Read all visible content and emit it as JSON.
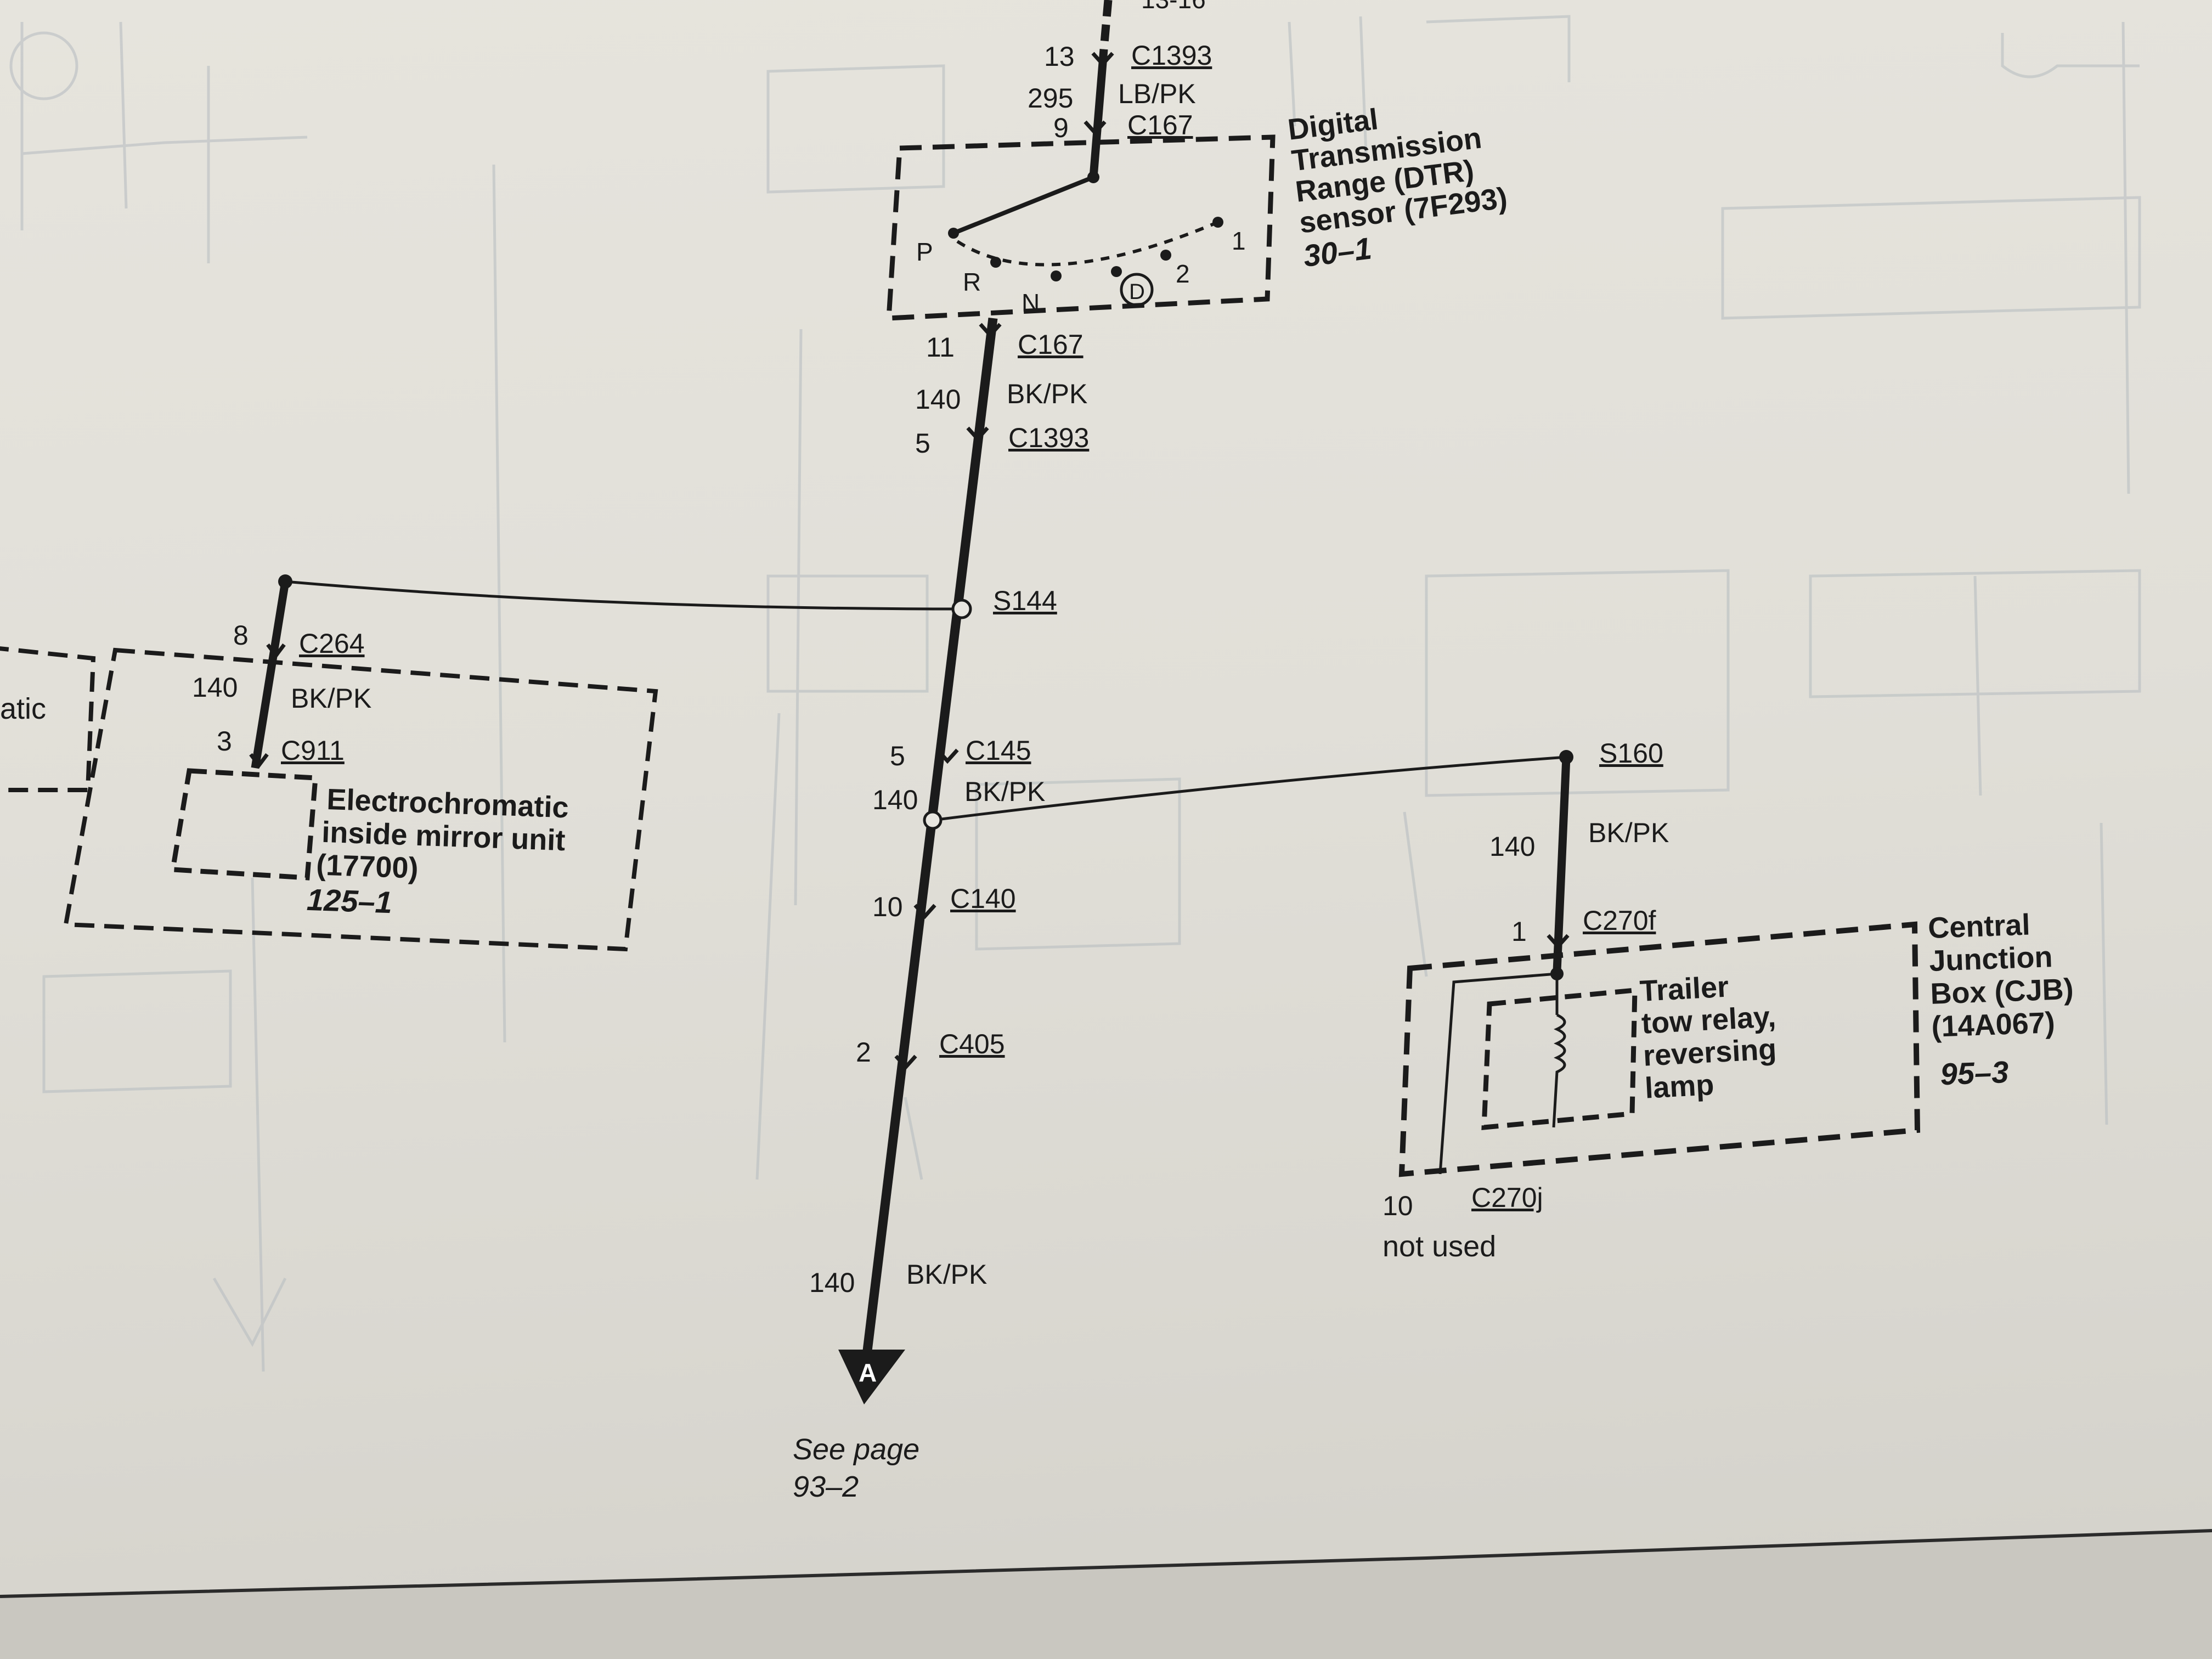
{
  "top_fragment": "13-16",
  "dtr_sensor": {
    "name_lines": [
      "Digital",
      "Transmission",
      "Range (DTR)",
      "sensor (7F293)"
    ],
    "ref": "30–1",
    "positions": [
      "P",
      "R",
      "N",
      "D",
      "2",
      "1"
    ],
    "upper_connectors": [
      {
        "pin": "13",
        "connector": "C1393"
      },
      {
        "pin": "9",
        "connector": "C167"
      }
    ],
    "upper_circuit": {
      "number": "295",
      "color": "LB/PK"
    },
    "lower_connectors": [
      {
        "pin": "11",
        "connector": "C167"
      },
      {
        "pin": "5",
        "connector": "C1393"
      }
    ],
    "lower_circuit": {
      "number": "140",
      "color": "BK/PK"
    }
  },
  "splices": {
    "s144": "S144",
    "s160": "S160"
  },
  "main_line": [
    {
      "pin": "5",
      "connector": "C145"
    },
    {
      "pin": "10",
      "connector": "C140"
    },
    {
      "pin": "2",
      "connector": "C405"
    }
  ],
  "main_circuits": [
    {
      "number": "140",
      "color": "BK/PK"
    },
    {
      "number": "140",
      "color": "BK/PK"
    }
  ],
  "terminal": {
    "label": "A",
    "see_page_lines": [
      "See page",
      "93–2"
    ]
  },
  "mirror": {
    "upper_connector": {
      "pin": "8",
      "connector": "C264"
    },
    "circuit": {
      "number": "140",
      "color": "BK/PK"
    },
    "lower_connector": {
      "pin": "3",
      "connector": "C911"
    },
    "name_lines": [
      "Electrochromatic",
      "inside mirror unit",
      "(17700)"
    ],
    "ref": "125–1",
    "cutoff_text": "atic"
  },
  "cjb": {
    "circuit": {
      "number": "140",
      "color": "BK/PK"
    },
    "input_connector": {
      "pin": "1",
      "connector": "C270f"
    },
    "relay_lines": [
      "Trailer",
      "tow relay,",
      "reversing",
      "lamp"
    ],
    "name_lines": [
      "Central",
      "Junction",
      "Box (CJB)",
      "(14A067)"
    ],
    "ref": "95–3",
    "output_connector": {
      "pin": "10",
      "connector": "C270j"
    },
    "not_used": "not used"
  }
}
